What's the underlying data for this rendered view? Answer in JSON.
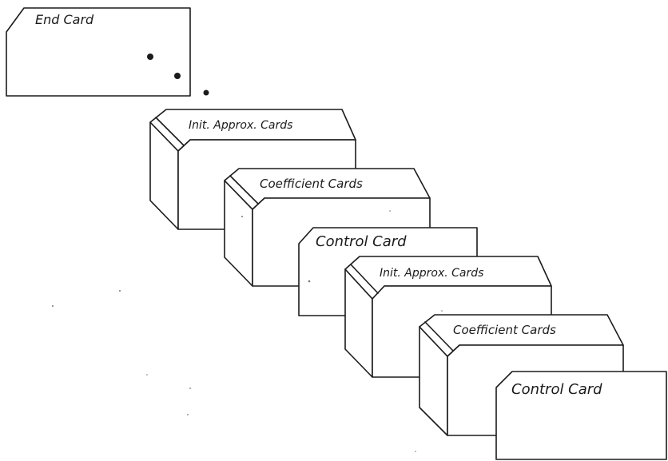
{
  "end_card": {
    "label": "End Card"
  },
  "decks": [
    {
      "label": "Init. Approx. Cards"
    },
    {
      "label": "Coefficient Cards"
    },
    {
      "label": "Control Card"
    },
    {
      "label": "Init. Approx. Cards"
    },
    {
      "label": "Coefficient Cards"
    },
    {
      "label": "Control Card"
    }
  ]
}
